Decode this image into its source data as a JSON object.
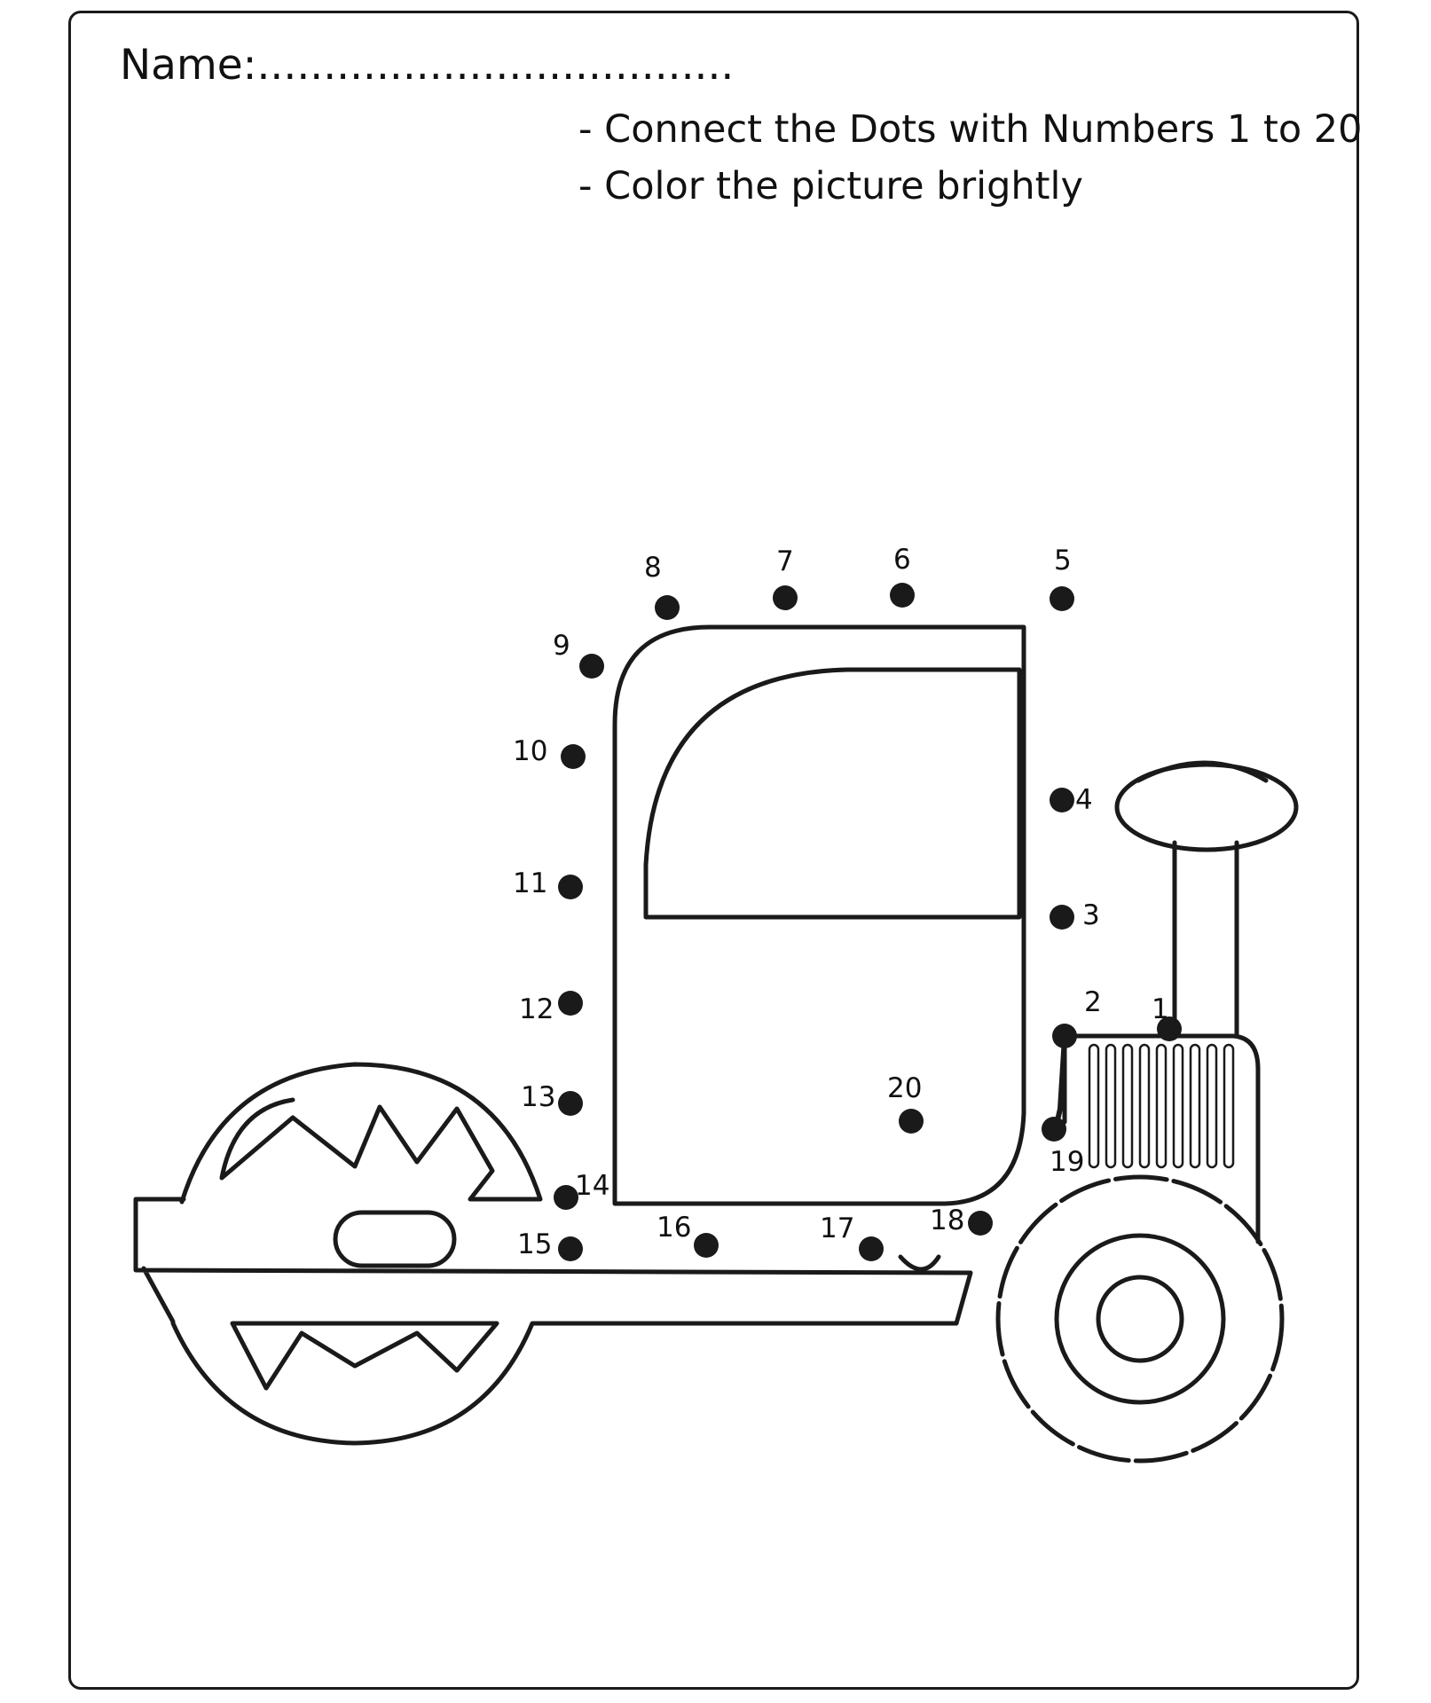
{
  "worksheet": {
    "name_label": "Name:....................................",
    "instructions": [
      "- Connect the Dots with Numbers 1 to 20",
      "- Color the picture brightly"
    ]
  },
  "dots": [
    {
      "label": "1"
    },
    {
      "label": "2"
    },
    {
      "label": "3"
    },
    {
      "label": "4"
    },
    {
      "label": "5"
    },
    {
      "label": "6"
    },
    {
      "label": "7"
    },
    {
      "label": "8"
    },
    {
      "label": "9"
    },
    {
      "label": "10"
    },
    {
      "label": "11"
    },
    {
      "label": "12"
    },
    {
      "label": "13"
    },
    {
      "label": "14"
    },
    {
      "label": "15"
    },
    {
      "label": "16"
    },
    {
      "label": "17"
    },
    {
      "label": "18"
    },
    {
      "label": "19"
    },
    {
      "label": "20"
    }
  ],
  "colors": {
    "ink": "#1a1a1a",
    "paper": "#ffffff"
  }
}
